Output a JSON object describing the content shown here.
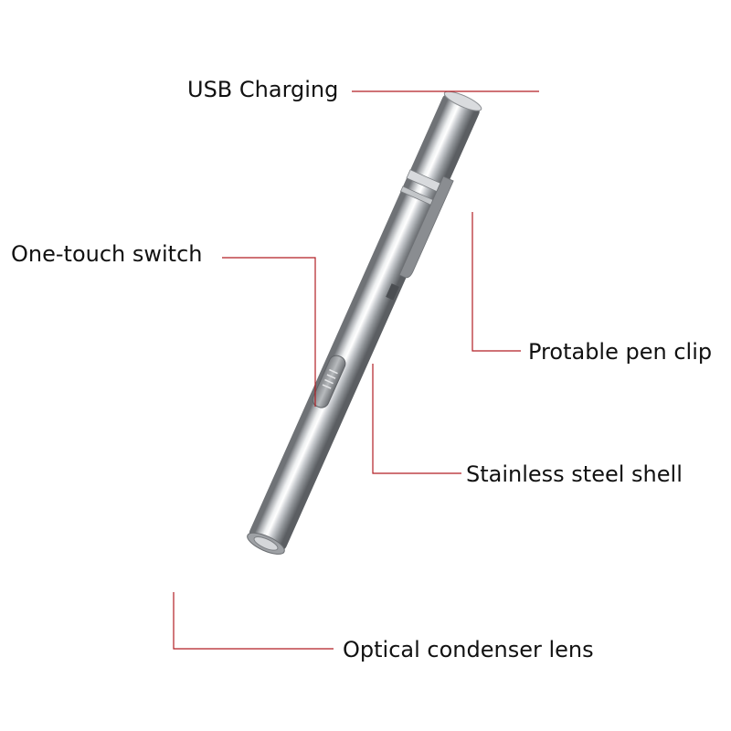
{
  "labels": {
    "usb_charging": "USB Charging",
    "one_touch_switch": "One-touch switch",
    "pen_clip": "Protable pen clip",
    "steel_shell": "Stainless steel shell",
    "condenser_lens": "Optical condenser lens"
  },
  "colors": {
    "leader_line": "#b21e24",
    "text": "#111111",
    "background": "#ffffff"
  }
}
